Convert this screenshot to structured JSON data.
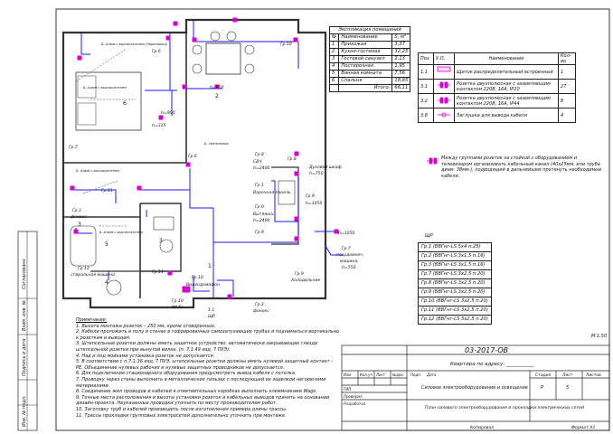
{
  "explication": {
    "title": "Экспликация помещений",
    "headers": [
      "№",
      "Наименование",
      "S, м²"
    ],
    "rows": [
      [
        "1",
        "Прихожая",
        "3,37"
      ],
      [
        "2",
        "Кухня-гостиная",
        "32,25"
      ],
      [
        "3",
        "Гостевой санузел",
        "2,13"
      ],
      [
        "4",
        "Постирочная",
        "1,95"
      ],
      [
        "5",
        "Ванная комната",
        "7,56"
      ],
      [
        "6",
        "Спальня",
        "18,85"
      ]
    ],
    "total_label": "Итого:",
    "total_value": "66,11"
  },
  "legend": {
    "headers": [
      "Поз.",
      "У.О.",
      "Наименование",
      "Кол-во"
    ],
    "rows": [
      {
        "pos": "1.1",
        "name": "Щиток распределительный встроенный",
        "qty": "1"
      },
      {
        "pos": "3.1",
        "name": "Розетка двухполюсная с заземляющим контактом 220В, 16А, IP20",
        "qty": "27"
      },
      {
        "pos": "3.2",
        "name": "Розетка двухполюсная с заземляющим контактом 220В, 16А, IP44",
        "qty": "8"
      },
      {
        "pos": "3.8",
        "name": "Заглушка для вывода кабеля",
        "qty": "4"
      }
    ]
  },
  "note_tv": "Между группами розеток за стойкой с оборудованием и телевизором организовать кабельный канал (40х25мм. или труба диам. 38мм.), подводящий в дальнейшем протянуть необходимые кабели.",
  "panel_label": "ЩР",
  "groups": [
    "Гр.1 (ВВГнг-LS 5х4 п.25)",
    "Гр.2 (ВВГнг-LS 3х1,5 п.16)",
    "Гр.3 (ВВГнг-LS 3х1,5 п.16)",
    "Гр.7 (ВВГнг-LS 3х2,5 п.20)",
    "Гр.8 (ВВГнг-LS 3х2,5 п.20)",
    "Гр.9 (ВВГнг-LS 3х2,5 п.20)",
    "Гр.10 (ВВГнг-LS 3х2,5 п.20)",
    "Гр.11 (ВВГнг-LS 3х2,5 п.20)",
    "Гр.12 (ВВГнг-LS 3х2,5 п.20)"
  ],
  "scale": "М 1:50",
  "notes": {
    "title": "Примечание:",
    "items": [
      "1. Высота монтажа розеток – 250 мм, кроме оговоренных.",
      "2. Кабели проложить в полу и стенах в гофрированных самозатухающих трубах и подниматься вертикально к розеткам и выводам.",
      "3. Штепсельные розетки должны иметь защитное устройство, автоматически закрывающее гнезда штепсельной розетки при вынутой вилке. (п. 7.1.49 изд. 7 ПУЭ).",
      "4. Над и под мойками установка розеток не допускается.",
      "5. В соответствии с п.7.1.36 изд. 7 ПУЭ, штепсельные розетки должны иметь нулевой защитный контакт – РЕ. Объединение нулевых рабочих и нулевых защитных проводников не допускается.",
      "6. Для подключения стационарного оборудования предусмотреть вывод кабеля с потолка.",
      "7. Проводку через стены выполнить в металлических гильзах с последующей их заделкой негорючими материалами.",
      "8. Соединение жил проводов и кабелей в ответвительных коробках выполнить клеммниками Wago.",
      "9. Точные места расположения и высоты установки розеток и кабельных выводов принять на основании дизайн-проекта. Неуказанные проводки уточнить по месту производителем работ.",
      "10. Заготовку труб и кабелей производить после изготовления примера длины трассы.",
      "11. Трассы прокладки групповых электросетей дополнительно уточнить при монтаже."
    ]
  },
  "stamp": {
    "code": "03-2017-ОВ",
    "object": "Квартира по адресу: ___________",
    "col_headers": [
      "Изм.",
      "Кол.уч",
      "Лист",
      "№док.",
      "Подп.",
      "Дата"
    ],
    "roles": [
      "ГИП",
      "Проверил",
      "Разработал"
    ],
    "title1": "Силовое электрооборудование и освещение",
    "stage_headers": [
      "Стадия",
      "Лист",
      "Листов"
    ],
    "stage_values": [
      "Р",
      "5",
      ""
    ],
    "title2": "План силового электрооборудования и прокладки электрических сетей",
    "copy": "Копировал",
    "format": "Формат А3"
  },
  "side_stamp": [
    "Согласовано",
    "Взам. инв. №",
    "Подпись и дата",
    "Инв. № подл."
  ],
  "plan": {
    "rooms": [
      {
        "num": "1",
        "tag": "room-1"
      },
      {
        "num": "2",
        "tag": "room-2"
      },
      {
        "num": "3",
        "tag": "room-3"
      },
      {
        "num": "4",
        "tag": "room-4"
      },
      {
        "num": "5",
        "tag": "room-5"
      },
      {
        "num": "6",
        "tag": "room-6"
      }
    ],
    "labels": {
      "gr10": "Гр.10",
      "gr7": "Гр.7",
      "gr6": "Гр.6",
      "gr8": "Гр.8",
      "gr9": "Гр.9",
      "gr2": "Гр.2",
      "gr3": "Гр.3",
      "gr12": "Гр.12",
      "gr11": "Гр.11",
      "gr1": "Гр.1",
      "gr9b": "Гр.9",
      "gr6b": "Гр.6",
      "svch": "СВЧ,",
      "h2400": "h=2400",
      "shkaf": "Духовой шкаф,",
      "h750": "h=750",
      "varochnaya": "Варочная панель",
      "vytyazhka": "Вытяжка,",
      "h2400b": "h=2400",
      "h1050": "h=1050",
      "h1050b": "h=1050",
      "posud": "посудомоеч.",
      "mashina": "машина,",
      "h550": "h=550",
      "holod": "Холодильник",
      "videodom": "Видеодомофон",
      "wifi": "Wi-Fi",
      "shr": "ЩР",
      "pos11": "1.1",
      "fonok": "фонокс",
      "stir": "стиральная машина",
      "fen": "фонокс",
      "h900": "h=900",
      "h900b": "h=900",
      "h315": "h=315",
      "lamp": "Б. Алюм с выключателем (Черепашка)",
      "lamp2": "Б. Алюм с выключателем",
      "lamp3": "Б. Алюм с выключателем",
      "lamp4": "Б. Алюм с выключателем",
      "plit": "Б. светильник"
    }
  }
}
